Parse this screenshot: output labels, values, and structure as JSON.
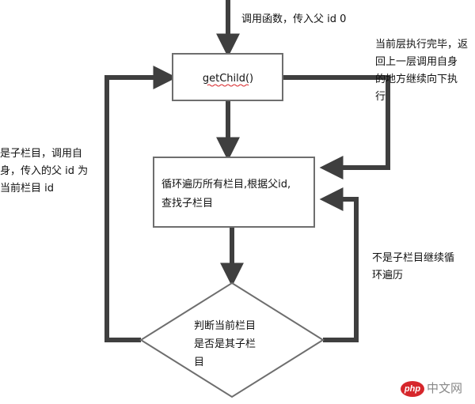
{
  "labels": {
    "call_function": "调用函数，传入父 id   0",
    "return_up": "当前层执行完毕，返\n回上一层调用自身\n的地方继续向下执\n行",
    "is_child": "是子栏目，调用自\n身，传入的父 id 为\n当前栏目 id",
    "not_child": "不是子栏目继续循\n环遍历"
  },
  "nodes": {
    "get_child": "getChild()",
    "loop_line1": "循环遍历所有栏目,根据父id,",
    "loop_line2": "查找子栏目",
    "decision_line1": "判断当前栏目",
    "decision_line2": "是否是其子栏",
    "decision_line3": "目"
  },
  "watermark": {
    "logo": "php",
    "text": "中文网"
  },
  "colors": {
    "arrow": "#3f3f3f",
    "box_border": "#6e6e6e",
    "spell_underline": "#d9292c",
    "watermark_red": "#d6262b"
  }
}
